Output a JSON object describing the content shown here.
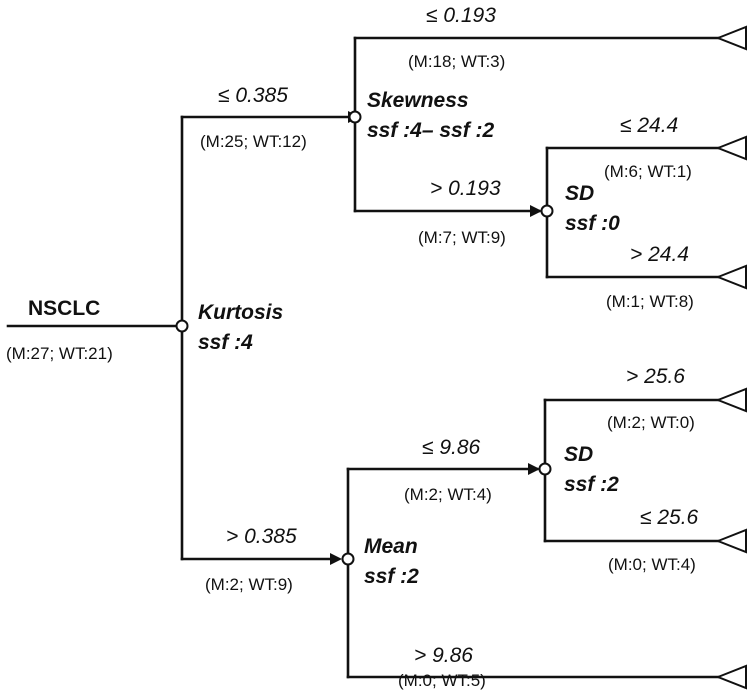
{
  "root": {
    "label": "NSCLC",
    "counts": "(M:27; WT:21)"
  },
  "nodes": {
    "kurtosis": {
      "feature": "Kurtosis",
      "ssf": "ssf :4"
    },
    "skewness": {
      "feature": "Skewness",
      "ssf": "ssf :4– ssf :2"
    },
    "sd_upper": {
      "feature": "SD",
      "ssf": "ssf :0"
    },
    "mean": {
      "feature": "Mean",
      "ssf": "ssf :2"
    },
    "sd_lower": {
      "feature": "SD",
      "ssf": "ssf :2"
    }
  },
  "branches": {
    "kurtosis_le": {
      "condition": "≤ 0.385",
      "counts": "(M:25; WT:12)"
    },
    "kurtosis_gt": {
      "condition": "> 0.385",
      "counts": "(M:2; WT:9)"
    },
    "skewness_le": {
      "condition": "≤ 0.193",
      "counts": "(M:18; WT:3)"
    },
    "skewness_gt": {
      "condition": "> 0.193",
      "counts": "(M:7; WT:9)"
    },
    "sd_upper_le": {
      "condition": "≤ 24.4",
      "counts": "(M:6; WT:1)"
    },
    "sd_upper_gt": {
      "condition": "> 24.4",
      "counts": "(M:1; WT:8)"
    },
    "mean_le": {
      "condition": "≤ 9.86",
      "counts": "(M:2; WT:4)"
    },
    "mean_gt": {
      "condition": "> 9.86",
      "counts": "(M:0; WT:5)"
    },
    "sd_lower_gt": {
      "condition": "> 25.6",
      "counts": "(M:2; WT:0)"
    },
    "sd_lower_le": {
      "condition": "≤ 25.6",
      "counts": "(M:0; WT:4)"
    }
  }
}
